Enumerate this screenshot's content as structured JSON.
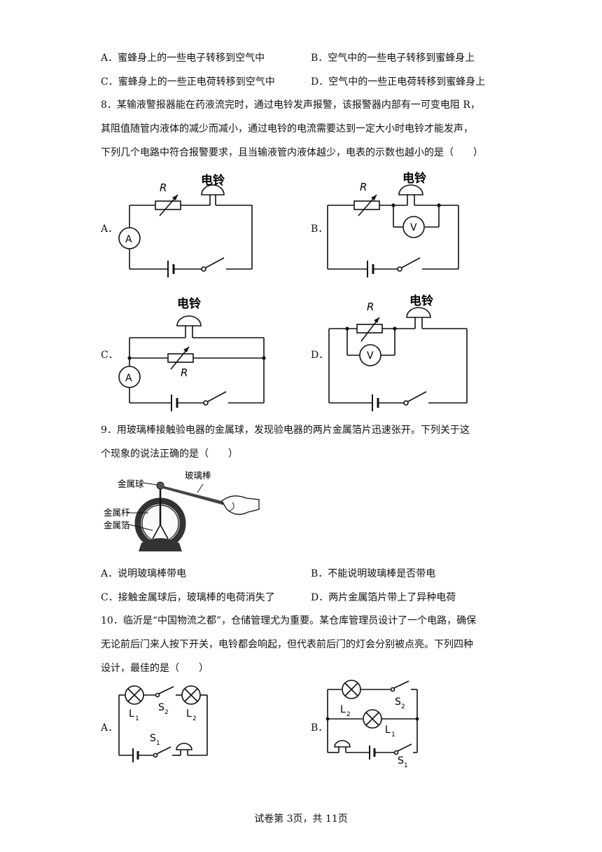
{
  "q7": {
    "options": [
      {
        "letter": "A．",
        "text": "蜜蜂身上的一些电子转移到空气中"
      },
      {
        "letter": "B．",
        "text": "空气中的一些电子转移到蜜蜂身上"
      },
      {
        "letter": "C．",
        "text": "蜜蜂身上的一些正电荷转移到空气中"
      },
      {
        "letter": "D．",
        "text": "空气中的一些正电荷转移到蜜蜂身上"
      }
    ]
  },
  "q8": {
    "line1": "8．某输液警报器能在药液流完时，通过电铃发声报警，该报警器内部有一可变电阻 R，",
    "line2": "其阻值随管内液体的减少而减小，通过电铃的电流需要达到一定大小时电铃才能发声，",
    "line3": "下列几个电路中符合报警要求，且当输液管内液体越少，电表的示数也越小的是（　　）",
    "bell_label": "电铃",
    "resistor_label": "R",
    "ammeter": "A",
    "voltmeter": "V",
    "options": [
      "A．",
      "B．",
      "C．",
      "D．"
    ]
  },
  "q9": {
    "line1": "9．用玻璃棒接触验电器的金属球，发现验电器的两片金属箔片迅速张开。下列关于这",
    "line2": "个现象的说法正确的是（　　）",
    "figure": {
      "ball": "金属球",
      "rod": "玻璃棒",
      "bar": "金属杆",
      "foil": "金属箔"
    },
    "options": [
      {
        "letter": "A．",
        "text": "说明玻璃棒带电"
      },
      {
        "letter": "B．",
        "text": "不能说明玻璃棒是否带电"
      },
      {
        "letter": "C．",
        "text": "接触金属球后，玻璃棒的电荷消失了"
      },
      {
        "letter": "D．",
        "text": "两片金属箔片带上了异种电荷"
      }
    ]
  },
  "q10": {
    "line1": "10．临沂是“中国物流之都”，仓储管理尤为重要。某仓库管理员设计了一个电路，确保",
    "line2": "无论前后门来人按下开关，电铃都会响起，但代表前后门的灯会分别被点亮。下列四种",
    "line3": "设计，最佳的是（　　）",
    "labels": {
      "L": "L",
      "S": "S",
      "sub1": "1",
      "sub2": "2"
    },
    "options": [
      "A．",
      "B．"
    ]
  },
  "footer": "试卷第 3页，共 11页"
}
